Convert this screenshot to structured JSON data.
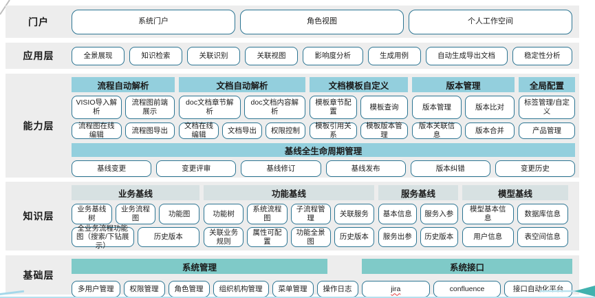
{
  "colors": {
    "band_bg": "#ededed",
    "capability_header_bg": "#93cfdd",
    "knowledge_header_bg": "#d7e1e2",
    "foundation_header_bg": "#7fcac8",
    "button_border": "#2b7492",
    "arrow_accent": "#41b1ae"
  },
  "portal": {
    "label": "门户",
    "buttons": [
      "系统门户",
      "角色视图",
      "个人工作空间"
    ]
  },
  "application": {
    "label": "应用层",
    "buttons": [
      "全景展现",
      "知识检索",
      "关联识别",
      "关联视图",
      "影响度分析",
      "生成用例",
      "自动生成导出文档",
      "稳定性分析"
    ]
  },
  "capability": {
    "label": "能力层",
    "groups": [
      {
        "header": "流程自动解析",
        "row1": [
          "VISIO导入解析",
          "流程图前端展示"
        ],
        "row2": [
          "流程图在线编辑",
          "流程图导出"
        ]
      },
      {
        "header": "文档自动解析",
        "row1": [
          "doc文档章节解析",
          "doc文档内容解析"
        ],
        "row2": [
          "文档在线编辑",
          "文档导出",
          "权限控制"
        ]
      },
      {
        "header": "文档模板自定义",
        "row1": [
          "模板章节配置",
          "模板查询"
        ],
        "row2": [
          "模板引用关系",
          "模板版本管理"
        ]
      },
      {
        "header": "版本管理",
        "row1": [
          "版本管理",
          "版本比对"
        ],
        "row2": [
          "版本关联信息",
          "版本合并"
        ]
      },
      {
        "header": "全局配置",
        "row1": [
          "标签管理/自定义"
        ],
        "row2": [
          "产品管理"
        ]
      }
    ],
    "baseline": {
      "header": "基线全生命周期管理",
      "buttons": [
        "基线变更",
        "变更评审",
        "基线修订",
        "基线发布",
        "版本纠错",
        "变更历史"
      ]
    }
  },
  "knowledge": {
    "label": "知识层",
    "groups": [
      {
        "header": "业务基线",
        "row1": [
          "业务基线树",
          "业务流程图",
          "功能图"
        ],
        "row2": [
          "全业务流程功能图（搜索/下钻展示）",
          "历史版本"
        ]
      },
      {
        "header": "功能基线",
        "row1": [
          "功能树",
          "系统流程图",
          "子流程管理",
          "关联服务"
        ],
        "row2": [
          "关联业务规则",
          "属性可配置",
          "功能全景图",
          "历史版本"
        ]
      },
      {
        "header": "服务基线",
        "row1": [
          "基本信息",
          "服务入参"
        ],
        "row2": [
          "服务出参",
          "历史版本"
        ]
      },
      {
        "header": "模型基线",
        "row1": [
          "模型基本信息",
          "数据库信息"
        ],
        "row2": [
          "用户信息",
          "表空间信息"
        ]
      }
    ]
  },
  "foundation": {
    "label": "基础层",
    "groups": [
      {
        "header": "系统管理",
        "buttons": [
          "多用户管理",
          "权限管理",
          "角色管理",
          "组织机构管理",
          "菜单管理",
          "操作日志"
        ]
      },
      {
        "header": "系统接口",
        "buttons": [
          "jira",
          "confluence",
          "接口自动化平台"
        ]
      }
    ]
  }
}
